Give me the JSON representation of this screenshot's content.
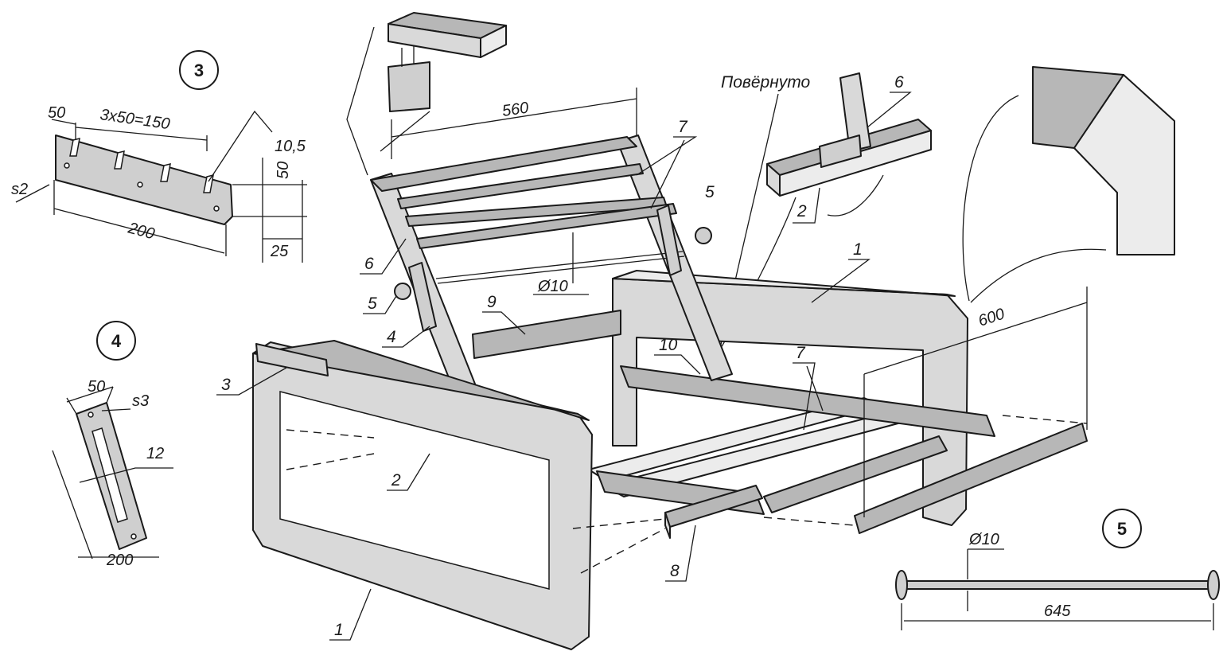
{
  "figure": {
    "rotated_label": "Повёрнуто",
    "detail_numbers": [
      "3",
      "4",
      "5"
    ],
    "dimensions": {
      "d3_spacing": "3x50=150",
      "d3_first": "50",
      "d3_slot": "10,5",
      "d3_height": "50",
      "d3_length": "200",
      "d3_sub": "25",
      "d3_thickness": "s2",
      "d4_width": "50",
      "d4_thickness": "s3",
      "d4_slot": "12",
      "d4_length": "200",
      "d5_dia": "Ø10",
      "d5_length": "645",
      "back_width": "560",
      "seat_width": "600",
      "rod_dia": "Ø10"
    },
    "parts": {
      "p1a": "1",
      "p1b": "1",
      "p2a": "2",
      "p2b": "2",
      "p3": "3",
      "p4": "4",
      "p5a": "5",
      "p5b": "5",
      "p6a": "6",
      "p6b": "6",
      "p7a": "7",
      "p7b": "7",
      "p8": "8",
      "p9": "9",
      "p10": "10"
    }
  }
}
